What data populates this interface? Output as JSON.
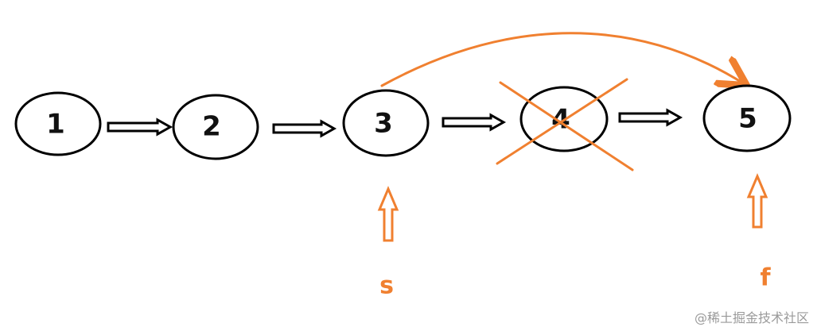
{
  "colors": {
    "node_stroke": "#000000",
    "arrow_stroke": "#000000",
    "highlight": "#f08030",
    "watermark": "#9a9a9a"
  },
  "nodes": [
    {
      "label": "1"
    },
    {
      "label": "2"
    },
    {
      "label": "3"
    },
    {
      "label": "4",
      "crossed_out": true
    },
    {
      "label": "5"
    }
  ],
  "pointers": [
    {
      "label": "s",
      "node_index": 2
    },
    {
      "label": "f",
      "node_index": 4
    }
  ],
  "links": [
    {
      "from": 0,
      "to": 1
    },
    {
      "from": 1,
      "to": 2
    },
    {
      "from": 2,
      "to": 3
    },
    {
      "from": 3,
      "to": 4
    }
  ],
  "bypass_link": {
    "from": 2,
    "to": 4
  },
  "watermark": "@稀土掘金技术社区"
}
